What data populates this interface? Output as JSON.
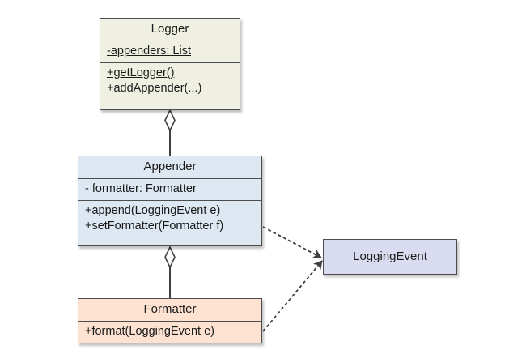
{
  "diagram": {
    "classes": {
      "logger": {
        "name": "Logger",
        "attributes": [
          {
            "text": "-appenders: List",
            "static": true
          }
        ],
        "methods": [
          {
            "text": "+getLogger()",
            "static": true
          },
          {
            "text": "+addAppender(...)",
            "static": false
          }
        ],
        "fill": "#eff0e2"
      },
      "appender": {
        "name": "Appender",
        "attributes": [
          {
            "text": "- formatter: Formatter",
            "static": false
          }
        ],
        "methods": [
          {
            "text": "+append(LoggingEvent e)",
            "static": false
          },
          {
            "text": "+setFormatter(Formatter f)",
            "static": false
          }
        ],
        "fill": "#dde8f2"
      },
      "formatter": {
        "name": "Formatter",
        "methods": [
          {
            "text": "+format(LoggingEvent e)",
            "static": false
          }
        ],
        "fill": "#fde2d2"
      },
      "loggingevent": {
        "name": "LoggingEvent",
        "fill": "#d9dbf0"
      }
    },
    "relationships": [
      {
        "type": "aggregation",
        "whole": "Logger",
        "part": "Appender"
      },
      {
        "type": "aggregation",
        "whole": "Appender",
        "part": "Formatter"
      },
      {
        "type": "dependency",
        "from": "Appender",
        "to": "LoggingEvent"
      },
      {
        "type": "dependency",
        "from": "Formatter",
        "to": "LoggingEvent"
      }
    ],
    "colors": {
      "border": "#4d4d4d",
      "connector": "#404040"
    }
  }
}
